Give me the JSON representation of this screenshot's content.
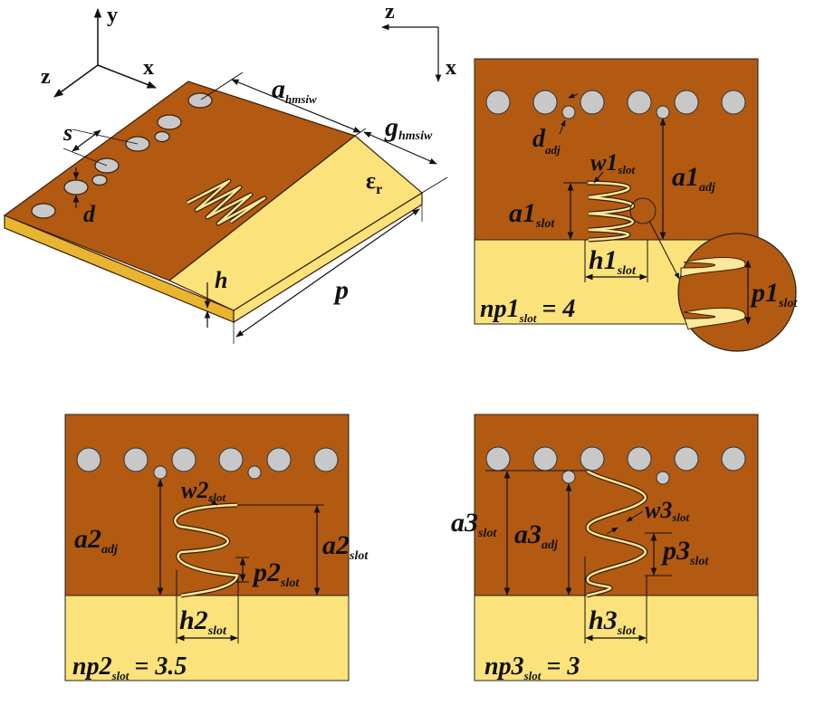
{
  "colors": {
    "copper": "#B25A12",
    "substrate": "#FBE27A",
    "substrate_edge": "#E9B530",
    "via": "#C8C8C8",
    "outline": "#3a1e08",
    "slot": "#FCE89A"
  },
  "panel_3d": {
    "axes": {
      "y": "y",
      "x": "x",
      "z": "z"
    },
    "labels": {
      "a_main": "a",
      "a_sub": "hmsiw",
      "g_main": "g",
      "g_sub": "hmsiw",
      "eps_main": "ε",
      "eps_sub": "r",
      "s": "s",
      "d": "d",
      "h": "h",
      "p": "p"
    }
  },
  "panel_1": {
    "axes": {
      "z": "z",
      "x": "x"
    },
    "d_adj": {
      "main": "d",
      "sub": "adj"
    },
    "w_slot": {
      "main": "w1",
      "sub": "slot"
    },
    "a_adj": {
      "main": "a1",
      "sub": "adj"
    },
    "a_slot": {
      "main": "a1",
      "sub": "slot"
    },
    "h_slot": {
      "main": "h1",
      "sub": "slot"
    },
    "p_slot": {
      "main": "p1",
      "sub": "slot"
    },
    "np": {
      "main": "np1",
      "sub": "slot",
      "value": "= 4"
    }
  },
  "panel_2": {
    "w_slot": {
      "main": "w2",
      "sub": "slot"
    },
    "a_adj": {
      "main": "a2",
      "sub": "adj"
    },
    "a_slot": {
      "main": "a2",
      "sub": "slot"
    },
    "p_slot": {
      "main": "p2",
      "sub": "slot"
    },
    "h_slot": {
      "main": "h2",
      "sub": "slot"
    },
    "np": {
      "main": "np2",
      "sub": "slot",
      "value": "= 3.5"
    }
  },
  "panel_3": {
    "a_slot": {
      "main": "a3",
      "sub": "slot"
    },
    "a_adj": {
      "main": "a3",
      "sub": "adj"
    },
    "w_slot": {
      "main": "w3",
      "sub": "slot"
    },
    "p_slot": {
      "main": "p3",
      "sub": "slot"
    },
    "h_slot": {
      "main": "h3",
      "sub": "slot"
    },
    "np": {
      "main": "np3",
      "sub": "slot",
      "value": "= 3"
    }
  }
}
